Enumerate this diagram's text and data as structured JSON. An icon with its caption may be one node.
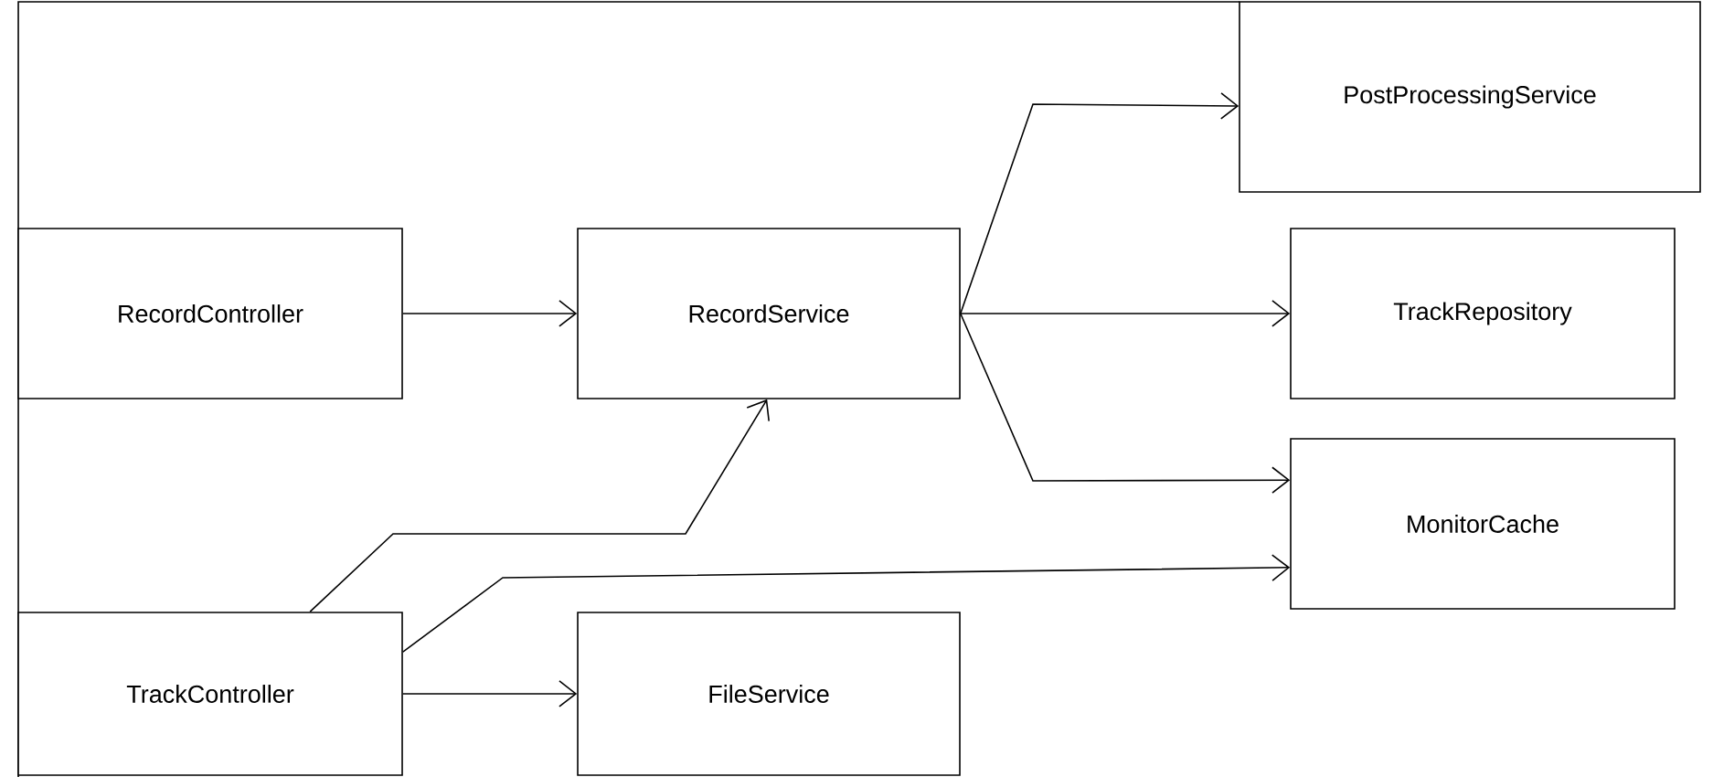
{
  "diagram": {
    "nodes": [
      {
        "text": [
          "RecordController"
        ]
      },
      {
        "text": [
          "RecordService"
        ]
      },
      {
        "text": [
          "PostProcessingService"
        ]
      },
      {
        "text": [
          "TrackRepository"
        ]
      },
      {
        "text": [
          "MonitorCache"
        ]
      },
      {
        "text": [
          "TrackController"
        ]
      },
      {
        "text": [
          "FileService"
        ]
      }
    ],
    "edges": [
      {
        "from": 0,
        "to": 1,
        "arrow": "to"
      },
      {
        "from": 1,
        "to": 2,
        "arrow": "to"
      },
      {
        "from": 1,
        "to": 3,
        "arrow": "to"
      },
      {
        "from": 1,
        "to": 4,
        "arrow": "to"
      },
      {
        "from": 5,
        "to": 1,
        "arrow": "to"
      },
      {
        "from": 5,
        "to": 4,
        "arrow": "to"
      },
      {
        "from": 5,
        "to": 6,
        "arrow": "to"
      }
    ]
  }
}
